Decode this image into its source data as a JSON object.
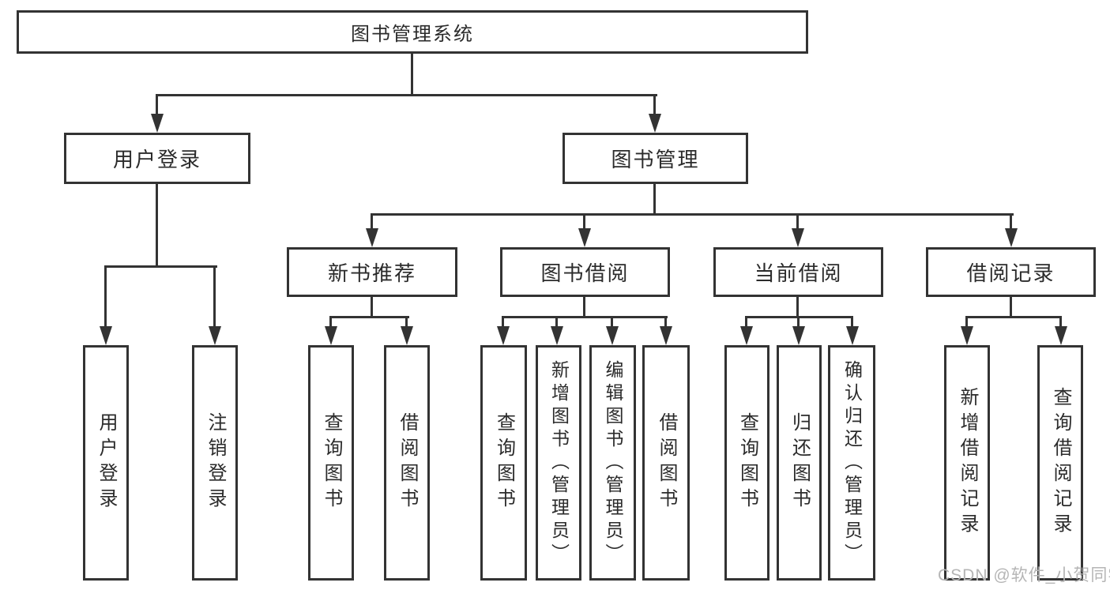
{
  "diagram_title": "图书管理系统",
  "tree": {
    "root": {
      "label": "图书管理系统",
      "children": [
        {
          "label": "用户登录",
          "children": [
            {
              "label": "用户登录"
            },
            {
              "label": "注销登录"
            }
          ]
        },
        {
          "label": "图书管理",
          "children": [
            {
              "label": "新书推荐",
              "children": [
                {
                  "label": "查询图书"
                },
                {
                  "label": "借阅图书"
                }
              ]
            },
            {
              "label": "图书借阅",
              "children": [
                {
                  "label": "查询图书"
                },
                {
                  "label": "新增图书（管理员）"
                },
                {
                  "label": "编辑图书（管理员）"
                },
                {
                  "label": "借阅图书"
                }
              ]
            },
            {
              "label": "当前借阅",
              "children": [
                {
                  "label": "查询图书"
                },
                {
                  "label": "归还图书"
                },
                {
                  "label": "确认归还（管理员）"
                }
              ]
            },
            {
              "label": "借阅记录",
              "children": [
                {
                  "label": "新增借阅记录"
                },
                {
                  "label": "查询借阅记录"
                }
              ]
            }
          ]
        }
      ]
    }
  },
  "watermark": {
    "text": "CSDN @软件_小贺同学"
  },
  "colors": {
    "line": "#333333",
    "box_background": "#ffffff",
    "text": "#2b2b2b",
    "watermark_text": "#b5b5b5"
  }
}
